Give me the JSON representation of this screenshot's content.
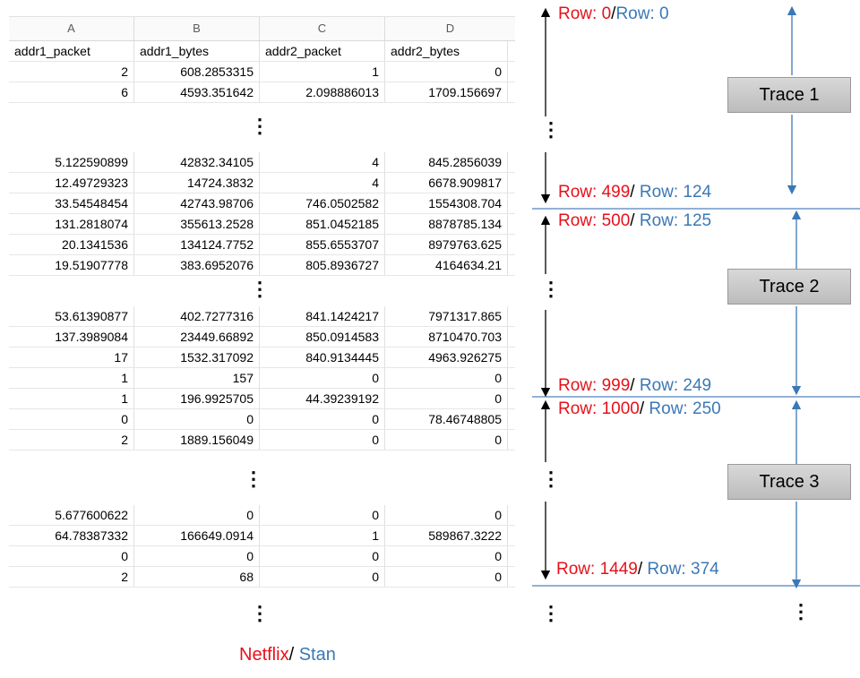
{
  "sheet": {
    "columns": [
      "A",
      "B",
      "C",
      "D"
    ],
    "header_row": [
      "addr1_packet",
      "addr1_bytes",
      "addr2_packet",
      "addr2_bytes"
    ],
    "block1": [
      [
        "2",
        "608.2853315",
        "1",
        "0"
      ],
      [
        "6",
        "4593.351642",
        "2.098886013",
        "1709.156697"
      ]
    ],
    "block2": [
      [
        "5.122590899",
        "42832.34105",
        "4",
        "845.2856039"
      ],
      [
        "12.49729323",
        "14724.3832",
        "4",
        "6678.909817"
      ],
      [
        "33.54548454",
        "42743.98706",
        "746.0502582",
        "1554308.704"
      ],
      [
        "131.2818074",
        "355613.2528",
        "851.0452185",
        "8878785.134"
      ],
      [
        "20.1341536",
        "134124.7752",
        "855.6553707",
        "8979763.625"
      ],
      [
        "19.51907778",
        "383.6952076",
        "805.8936727",
        "4164634.21"
      ]
    ],
    "block3": [
      [
        "53.61390877",
        "402.7277316",
        "841.1424217",
        "7971317.865"
      ],
      [
        "137.3989084",
        "23449.66892",
        "850.0914583",
        "8710470.703"
      ],
      [
        "17",
        "1532.317092",
        "840.9134445",
        "4963.926275"
      ],
      [
        "1",
        "157",
        "0",
        "0"
      ],
      [
        "1",
        "196.9925705",
        "44.39239192",
        "0"
      ],
      [
        "0",
        "0",
        "0",
        "78.46748805"
      ],
      [
        "2",
        "1889.156049",
        "0",
        "0"
      ]
    ],
    "block4": [
      [
        "5.677600622",
        "0",
        "0",
        "0"
      ],
      [
        "64.78387332",
        "166649.0914",
        "1",
        "589867.3222"
      ],
      [
        "0",
        "0",
        "0",
        "0"
      ],
      [
        "2",
        "68",
        "0",
        "0"
      ]
    ]
  },
  "labels": {
    "row_word": "Row:",
    "slash": "/",
    "pairs": [
      {
        "red": "0",
        "blue": "0"
      },
      {
        "red": "499",
        "blue": "124"
      },
      {
        "red": "500",
        "blue": "125"
      },
      {
        "red": "999",
        "blue": "249"
      },
      {
        "red": "1000",
        "blue": "250"
      },
      {
        "red": "1449",
        "blue": "374"
      }
    ]
  },
  "traces": [
    "Trace 1",
    "Trace 2",
    "Trace 3"
  ],
  "caption": {
    "red": "Netflix",
    "slash": "/",
    "blue": "Stan"
  },
  "colors": {
    "netflix": "#e8101a",
    "stan": "#3b78b6",
    "divider": "#6f97c7"
  }
}
